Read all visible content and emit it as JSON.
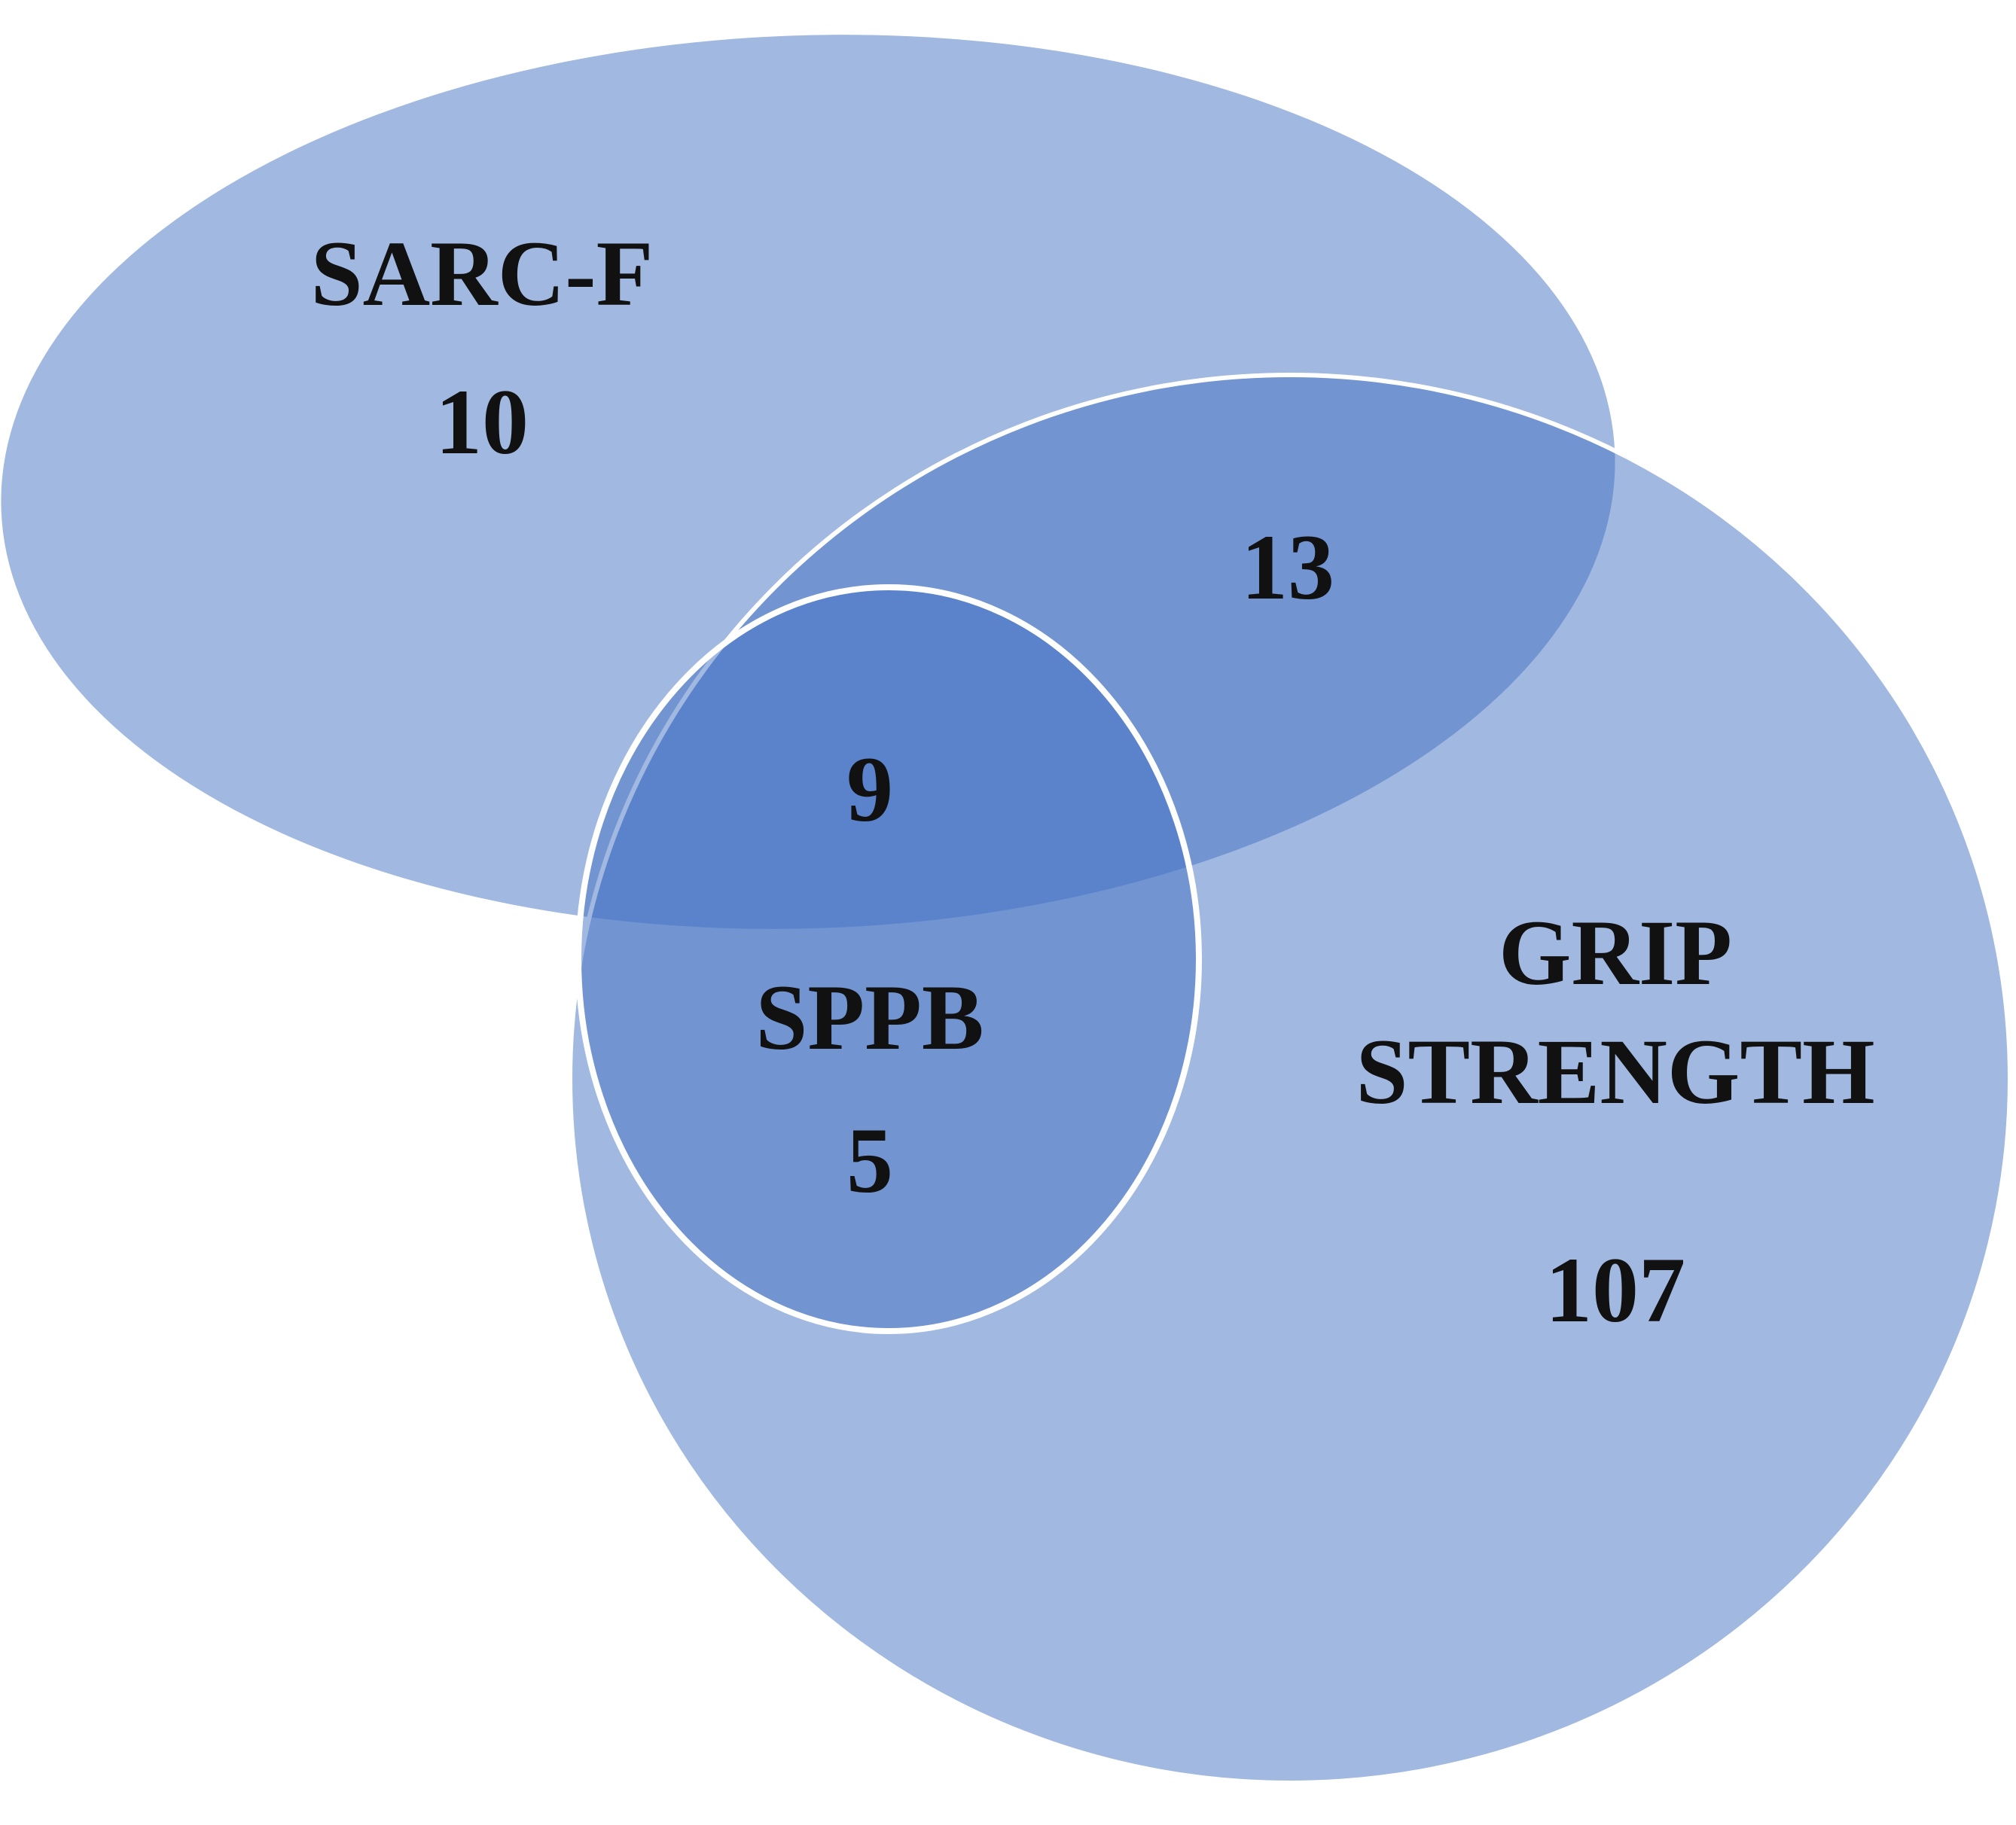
{
  "venn": {
    "sets": {
      "sarc_f": {
        "name": "SARC-F",
        "only_count": "10"
      },
      "grip_strength": {
        "name_line1": "GRIP",
        "name_line2": "STRENGTH",
        "only_count": "107"
      },
      "sppb": {
        "name": "SPPB",
        "only_count": "5"
      }
    },
    "intersections": {
      "sarc_f_and_grip": "13",
      "sarc_f_and_grip_and_sppb": "9"
    },
    "colors": {
      "fill": "#4472c4",
      "outline": "#ffffff",
      "text": "#111111"
    }
  }
}
